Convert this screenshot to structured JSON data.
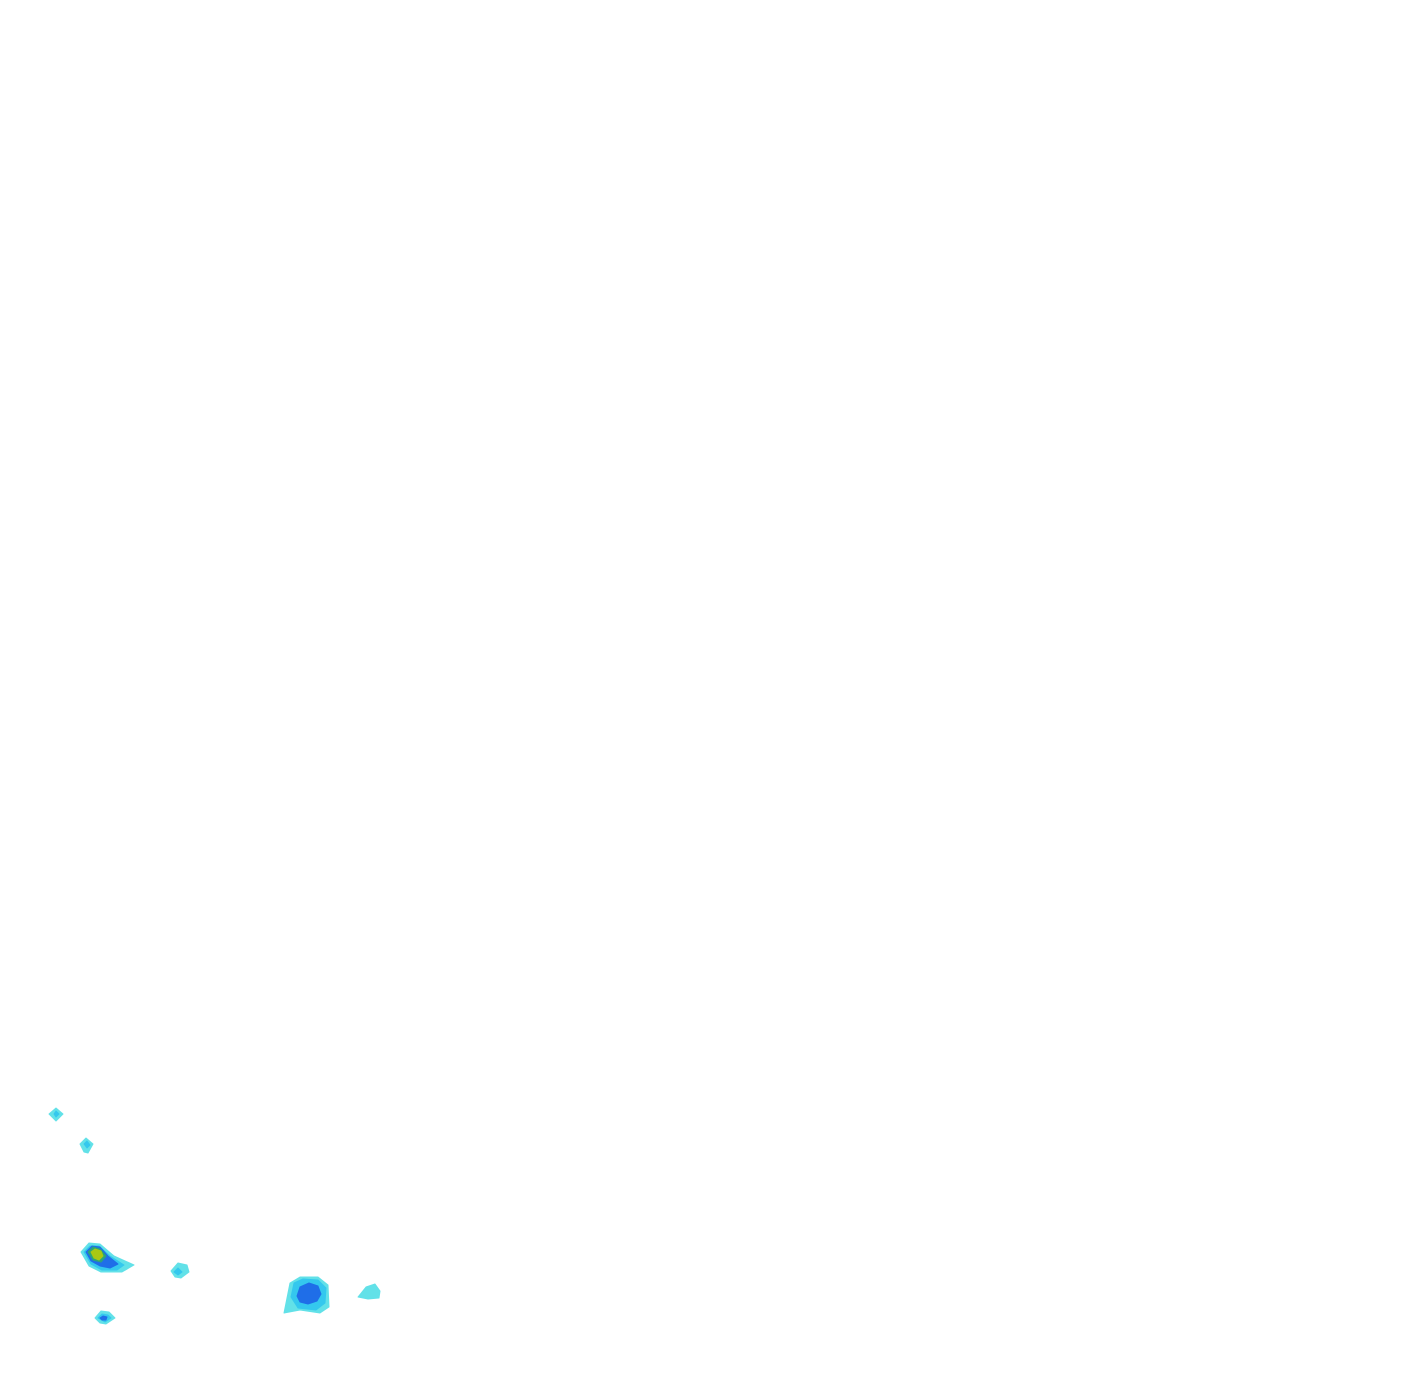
{
  "chart_data": {
    "type": "heatmap",
    "title": "",
    "xlabel": "",
    "ylabel": "",
    "axes_visible": false,
    "grid": false,
    "legend": "none",
    "background": "#ffffff",
    "levels": [
      {
        "name": "level-1",
        "color": "#62e1e8"
      },
      {
        "name": "level-2",
        "color": "#34c8ee"
      },
      {
        "name": "level-3",
        "color": "#1f6ee8"
      },
      {
        "name": "level-4",
        "color": "#2aa57a"
      },
      {
        "name": "level-5",
        "color": "#a8c814"
      }
    ],
    "blobs": [
      {
        "name": "hotspot-a",
        "layers": [
          {
            "level": 1,
            "points": [
              [
                49,
                1114
              ],
              [
                56,
                1108
              ],
              [
                63,
                1114
              ],
              [
                56,
                1121
              ]
            ]
          },
          {
            "level": 2,
            "points": [
              [
                54,
                1114
              ],
              [
                56,
                1111
              ],
              [
                59,
                1114
              ],
              [
                56,
                1117
              ]
            ]
          }
        ]
      },
      {
        "name": "hotspot-b",
        "layers": [
          {
            "level": 1,
            "points": [
              [
                80,
                1144
              ],
              [
                86,
                1138
              ],
              [
                93,
                1144
              ],
              [
                88,
                1153
              ],
              [
                84,
                1152
              ]
            ]
          },
          {
            "level": 2,
            "points": [
              [
                84,
                1144
              ],
              [
                87,
                1141
              ],
              [
                90,
                1145
              ],
              [
                87,
                1148
              ]
            ]
          }
        ]
      },
      {
        "name": "hotspot-c",
        "layers": [
          {
            "level": 1,
            "points": [
              [
                81,
                1252
              ],
              [
                89,
                1243
              ],
              [
                100,
                1244
              ],
              [
                114,
                1256
              ],
              [
                134,
                1265
              ],
              [
                122,
                1272
              ],
              [
                101,
                1272
              ],
              [
                89,
                1266
              ]
            ]
          },
          {
            "level": 2,
            "points": [
              [
                84,
                1252
              ],
              [
                90,
                1246
              ],
              [
                99,
                1246
              ],
              [
                110,
                1256
              ],
              [
                124,
                1265
              ],
              [
                117,
                1270
              ],
              [
                102,
                1270
              ],
              [
                91,
                1264
              ]
            ]
          },
          {
            "level": 3,
            "points": [
              [
                86,
                1252
              ],
              [
                92,
                1246
              ],
              [
                100,
                1247
              ],
              [
                108,
                1256
              ],
              [
                118,
                1264
              ],
              [
                110,
                1268
              ],
              [
                100,
                1266
              ],
              [
                91,
                1261
              ]
            ]
          },
          {
            "level": 4,
            "points": [
              [
                88,
                1252
              ],
              [
                93,
                1247
              ],
              [
                100,
                1249
              ],
              [
                106,
                1256
              ],
              [
                101,
                1262
              ],
              [
                93,
                1260
              ]
            ]
          },
          {
            "level": 5,
            "points": [
              [
                91,
                1252
              ],
              [
                95,
                1249
              ],
              [
                101,
                1251
              ],
              [
                103,
                1256
              ],
              [
                99,
                1260
              ],
              [
                94,
                1258
              ]
            ]
          }
        ]
      },
      {
        "name": "hotspot-d",
        "layers": [
          {
            "level": 1,
            "points": [
              [
                171,
                1271
              ],
              [
                178,
                1263
              ],
              [
                187,
                1265
              ],
              [
                189,
                1272
              ],
              [
                181,
                1278
              ],
              [
                175,
                1277
              ]
            ]
          },
          {
            "level": 2,
            "points": [
              [
                174,
                1272
              ],
              [
                178,
                1268
              ],
              [
                182,
                1272
              ],
              [
                178,
                1275
              ]
            ]
          }
        ]
      },
      {
        "name": "hotspot-e",
        "layers": [
          {
            "level": 1,
            "points": [
              [
                284,
                1313
              ],
              [
                290,
                1283
              ],
              [
                300,
                1277
              ],
              [
                318,
                1277
              ],
              [
                328,
                1285
              ],
              [
                329,
                1307
              ],
              [
                320,
                1313
              ],
              [
                300,
                1310
              ]
            ]
          },
          {
            "level": 2,
            "points": [
              [
                291,
                1297
              ],
              [
                294,
                1283
              ],
              [
                303,
                1279
              ],
              [
                318,
                1280
              ],
              [
                326,
                1288
              ],
              [
                325,
                1303
              ],
              [
                316,
                1310
              ],
              [
                298,
                1308
              ]
            ]
          },
          {
            "level": 3,
            "points": [
              [
                297,
                1296
              ],
              [
                300,
                1287
              ],
              [
                309,
                1283
              ],
              [
                318,
                1286
              ],
              [
                321,
                1294
              ],
              [
                317,
                1301
              ],
              [
                308,
                1304
              ],
              [
                300,
                1302
              ]
            ]
          }
        ]
      },
      {
        "name": "hotspot-f",
        "layers": [
          {
            "level": 1,
            "points": [
              [
                358,
                1297
              ],
              [
                366,
                1287
              ],
              [
                375,
                1284
              ],
              [
                380,
                1291
              ],
              [
                379,
                1298
              ],
              [
                368,
                1299
              ]
            ]
          }
        ]
      },
      {
        "name": "hotspot-g",
        "layers": [
          {
            "level": 1,
            "points": [
              [
                95,
                1318
              ],
              [
                101,
                1311
              ],
              [
                109,
                1312
              ],
              [
                115,
                1318
              ],
              [
                106,
                1324
              ],
              [
                100,
                1323
              ]
            ]
          },
          {
            "level": 2,
            "points": [
              [
                98,
                1318
              ],
              [
                102,
                1314
              ],
              [
                108,
                1315
              ],
              [
                111,
                1318
              ],
              [
                105,
                1322
              ]
            ]
          },
          {
            "level": 3,
            "points": [
              [
                100,
                1318
              ],
              [
                103,
                1316
              ],
              [
                107,
                1317
              ],
              [
                106,
                1320
              ],
              [
                102,
                1320
              ]
            ]
          }
        ]
      }
    ]
  }
}
